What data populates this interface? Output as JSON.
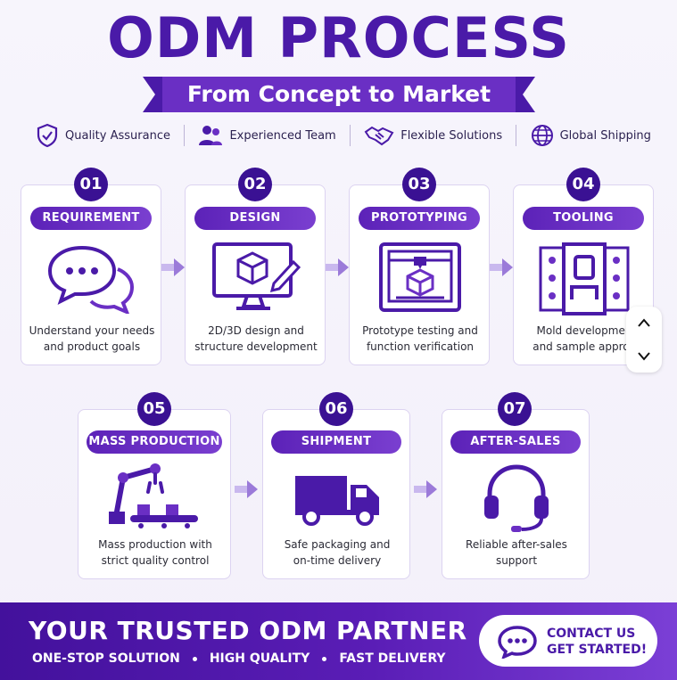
{
  "header": {
    "title": "ODM PROCESS",
    "subtitle": "From Concept to Market"
  },
  "features": [
    {
      "label": "Quality Assurance",
      "icon": "shield-check-icon"
    },
    {
      "label": "Experienced Team",
      "icon": "team-icon"
    },
    {
      "label": "Flexible Solutions",
      "icon": "handshake-icon"
    },
    {
      "label": "Global Shipping",
      "icon": "globe-icon"
    }
  ],
  "steps": [
    {
      "num": "01",
      "title": "REQUIREMENT",
      "line1": "Understand your needs",
      "line2": "and product goals",
      "icon": "chat-bubbles-icon"
    },
    {
      "num": "02",
      "title": "DESIGN",
      "line1": "2D/3D design and",
      "line2": "structure development",
      "icon": "monitor-cube-icon"
    },
    {
      "num": "03",
      "title": "PROTOTYPING",
      "line1": "Prototype testing and",
      "line2": "function verification",
      "icon": "3d-printer-icon"
    },
    {
      "num": "04",
      "title": "TOOLING",
      "line1": "Mold developmen",
      "line2": "and sample approv",
      "icon": "mold-icon"
    },
    {
      "num": "05",
      "title": "MASS PRODUCTION",
      "line1": "Mass production with",
      "line2": "strict quality control",
      "icon": "robot-arm-icon"
    },
    {
      "num": "06",
      "title": "SHIPMENT",
      "line1": "Safe packaging and",
      "line2": "on-time delivery",
      "icon": "truck-icon"
    },
    {
      "num": "07",
      "title": "AFTER-SALES",
      "line1": "Reliable after-sales",
      "line2": "support",
      "icon": "headset-icon"
    }
  ],
  "footer": {
    "title": "YOUR TRUSTED ODM PARTNER",
    "tags": [
      "ONE-STOP SOLUTION",
      "HIGH QUALITY",
      "FAST DELIVERY"
    ],
    "contact_line1": "CONTACT US",
    "contact_line2": "GET STARTED!"
  },
  "colors": {
    "primary": "#4a1aa8",
    "accent": "#6a2fc4",
    "badge": "#3a1193"
  }
}
